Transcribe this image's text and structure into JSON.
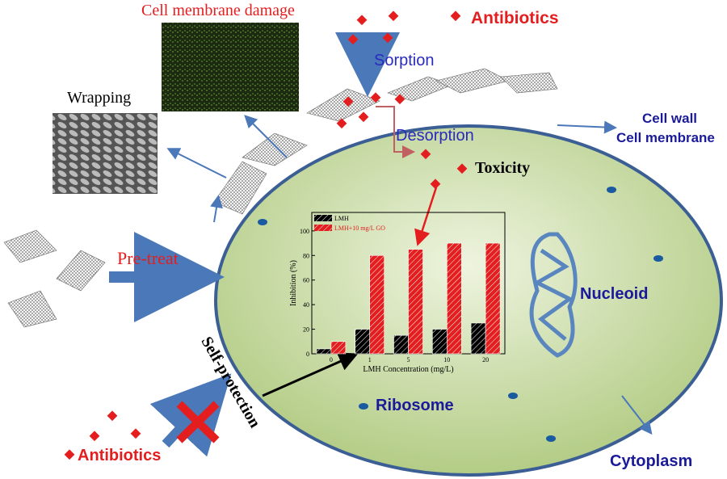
{
  "labels": {
    "membrane_damage": "Cell membrane damage",
    "antibiotics_top": "Antibiotics",
    "sorption": "Sorption",
    "desorption": "Desorption",
    "toxicity": "Toxicity",
    "cell_wall": "Cell wall",
    "cell_membrane": "Cell membrane",
    "wrapping": "Wrapping",
    "pretreat": "Pre-treat",
    "nucleoid": "Nucleoid",
    "ribosome": "Ribosome",
    "cytoplasm": "Cytoplasm",
    "antibiotics_bottom": "Antibiotics",
    "self_protection": "Self-protection"
  },
  "colors": {
    "antibiotic": "#e41e1e",
    "label_blue": "#1a1a9a",
    "arrow": "#4a78b8",
    "cell_fill": "#c5d9a0"
  },
  "chart_data": {
    "type": "bar",
    "categories": [
      "0",
      "1",
      "5",
      "10",
      "20"
    ],
    "series": [
      {
        "name": "LMH",
        "values": [
          4,
          20,
          15,
          20,
          25
        ],
        "color": "#000000"
      },
      {
        "name": "LMH+10 mg/L GO",
        "values": [
          10,
          80,
          85,
          90,
          90
        ],
        "color": "#e41e1e"
      }
    ],
    "xlabel": "LMH Concentration (mg/L)",
    "ylabel": "Inhibition (%)",
    "ylim": [
      0,
      115
    ],
    "yticks": [
      "0",
      "20",
      "40",
      "60",
      "80",
      "100"
    ],
    "legend": "top-left"
  }
}
